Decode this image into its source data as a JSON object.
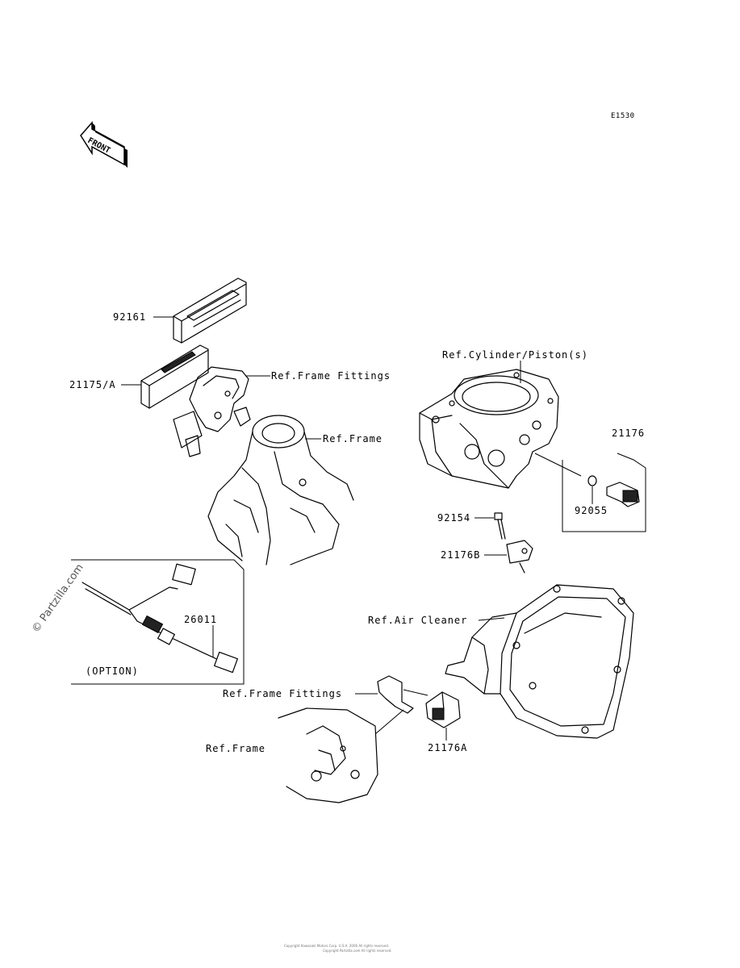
{
  "diagram_code": "E1530",
  "front_label": "FRONT",
  "watermark": "© Partzilla.com",
  "labels": {
    "p92161": "92161",
    "p21175A": "21175/A",
    "ref_frame_fittings_top": "Ref.Frame Fittings",
    "ref_frame_top": "Ref.Frame",
    "ref_cylinder": "Ref.Cylinder/Piston(s)",
    "p21176": "21176",
    "p92055": "92055",
    "p92154": "92154",
    "p21176B": "21176B",
    "p26011": "26011",
    "option": "(OPTION)",
    "ref_air_cleaner": "Ref.Air Cleaner",
    "ref_frame_fittings_bottom": "Ref.Frame Fittings",
    "ref_frame_bottom": "Ref.Frame",
    "p21176A": "21176A"
  },
  "footer": {
    "line1": "Copyright Kawasaki Motors Corp. U.S.A. 2006 All rights reserved.",
    "line2": "Copyright Partzilla.com All rights reserved."
  }
}
